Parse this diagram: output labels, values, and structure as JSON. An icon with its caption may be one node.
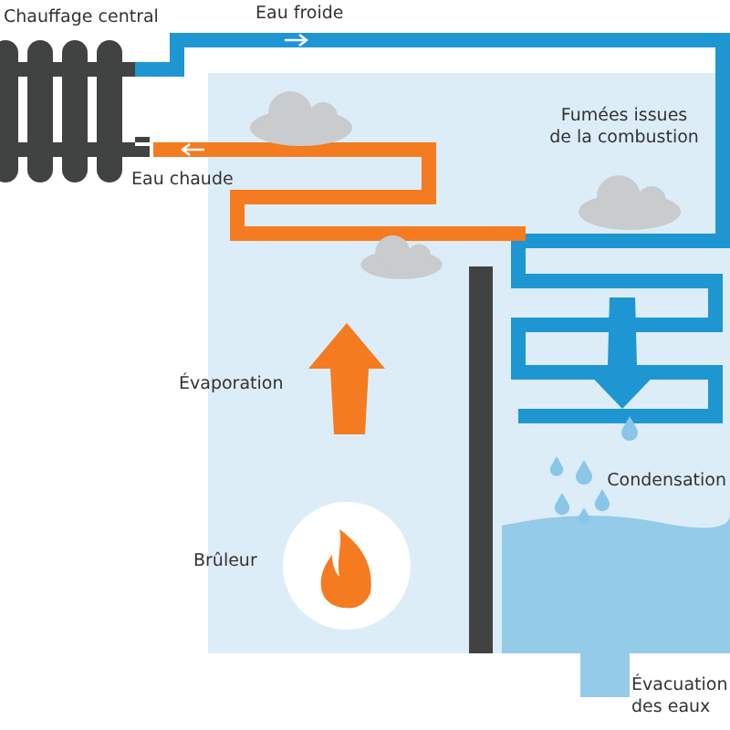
{
  "diagram": {
    "labels": [
      "Chauffage central",
      "Eau froide",
      "Eau chaude",
      "Fumées issues de la combustion",
      "Évaporation",
      "Condensation",
      "Brûleur",
      "Évacuation des eaux"
    ]
  }
}
